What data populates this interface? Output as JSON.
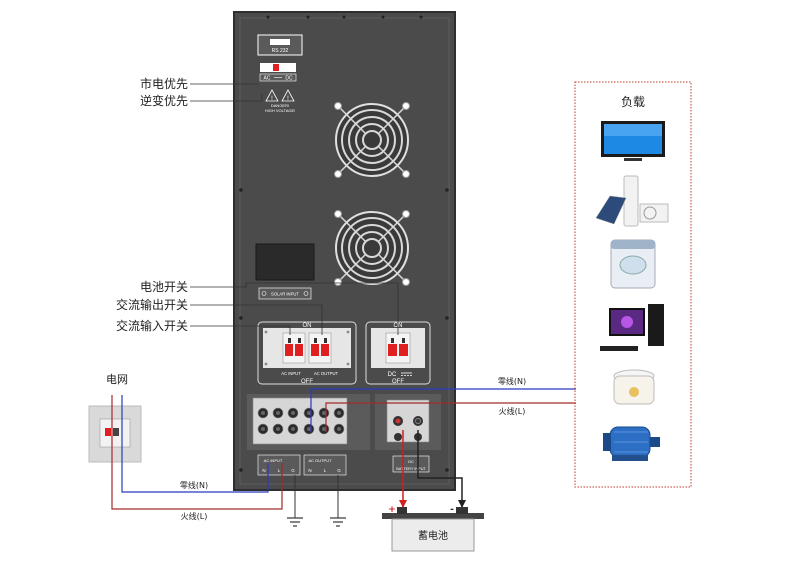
{
  "inverter": {
    "port_label": "RS 232",
    "switch_labels": [
      "AC",
      "DC"
    ],
    "warning_lines": [
      "DANGER!",
      "HIGH VOLTAGE!"
    ],
    "solar_label": "SOLAR INPUT",
    "breaker_on": "ON",
    "breaker_off": "OFF",
    "ac_breaker_captions": [
      "AC INPUT",
      "AC OUTPUT"
    ],
    "dc_breaker_caption": "DC",
    "terminal_input_label": "AC INPUT",
    "terminal_output_label": "AC OUTPUT",
    "terminal_pins": [
      "N",
      "L",
      "G"
    ],
    "battery_label": "BATTERY INPUT"
  },
  "left_labels": {
    "utility_priority": "市电优先",
    "inverter_priority": "逆变优先",
    "battery_switch": "电池开关",
    "ac_output_switch": "交流输出开关",
    "ac_input_switch": "交流输入开关"
  },
  "grid": {
    "label": "电网"
  },
  "wires": {
    "neutral_left": "零线(N)",
    "live_left": "火线(L)",
    "neutral_right": "零线(N)",
    "live_right": "火线(L)"
  },
  "battery": {
    "label": "蓄电池",
    "plus": "+",
    "minus": "-"
  },
  "load": {
    "title": "负载",
    "items": [
      "tv-icon",
      "air-conditioner-solar-icon",
      "washing-machine-icon",
      "desktop-computer-icon",
      "rice-cooker-icon",
      "electric-motor-icon"
    ]
  },
  "colors": {
    "neutral_wire": "#2a3bbf",
    "live_wire": "#a52a2a",
    "panel": "#4a4a4a",
    "breaker_red": "#e02020",
    "load_border": "#c0392b"
  }
}
